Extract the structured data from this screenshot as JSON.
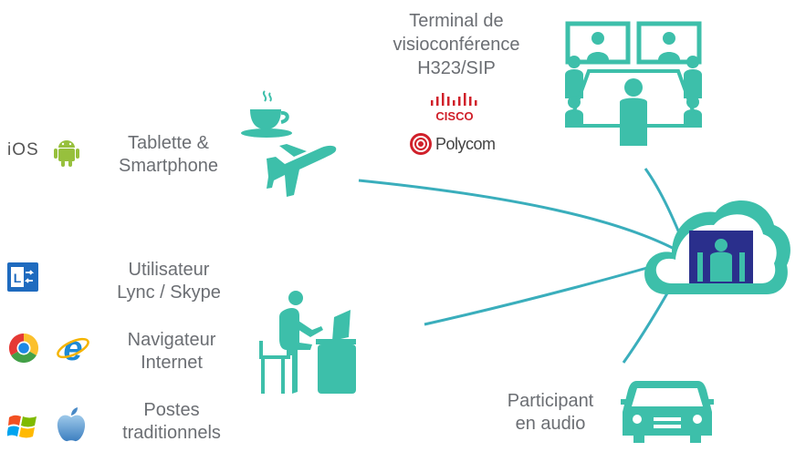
{
  "labels": {
    "tablet": [
      "Tablette &",
      "Smartphone"
    ],
    "lync": [
      "Utilisateur",
      "Lync / Skype"
    ],
    "browser": [
      "Navigateur",
      "Internet"
    ],
    "desktop": [
      "Postes",
      "traditionnels"
    ],
    "terminal": [
      "Terminal de",
      "visioconférence",
      "H323/SIP"
    ],
    "audio": [
      "Participant",
      "en audio"
    ]
  },
  "logos": {
    "ios": "iOS",
    "cisco": "CISCO",
    "polycom": "Polycom"
  },
  "colors": {
    "teal": "#3dbfaa",
    "line": "#3aaebc",
    "text": "#6b6e73",
    "cloud_inner": "#2a2f8c",
    "cisco_red": "#d0202a"
  },
  "icons": [
    "apple-ios-icon",
    "android-icon",
    "lync-icon",
    "chrome-icon",
    "internet-explorer-icon",
    "windows-icon",
    "apple-icon",
    "coffee-cup-icon",
    "airplane-icon",
    "desk-worker-icon",
    "conference-room-icon",
    "cloud-meeting-icon",
    "car-icon",
    "cisco-logo",
    "polycom-logo"
  ]
}
